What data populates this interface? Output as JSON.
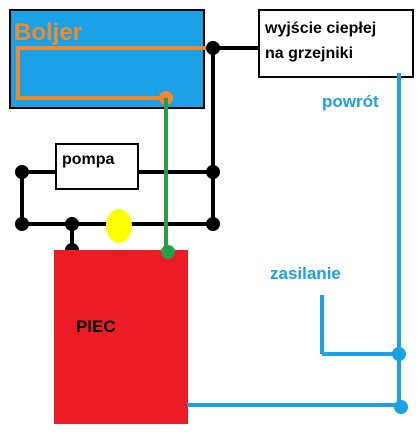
{
  "labels": {
    "boiler": "Boljer",
    "hot_output": [
      "wyjście ciepłej",
      "na grzejniki"
    ],
    "pump": "pompa",
    "return": "powrót",
    "supply": "zasilanie",
    "furnace": "PIEC"
  },
  "colors": {
    "boiler_fill": "#1aa1e6",
    "boiler_label": "#f08a30",
    "coil": "#f08a30",
    "pipe_black": "#000000",
    "pipe_green": "#22a14a",
    "pipe_blue": "#1aa1e6",
    "furnace_fill": "#ec1c24",
    "valve_yellow": "#ffff00",
    "label_blue": "#1aa1e6"
  }
}
